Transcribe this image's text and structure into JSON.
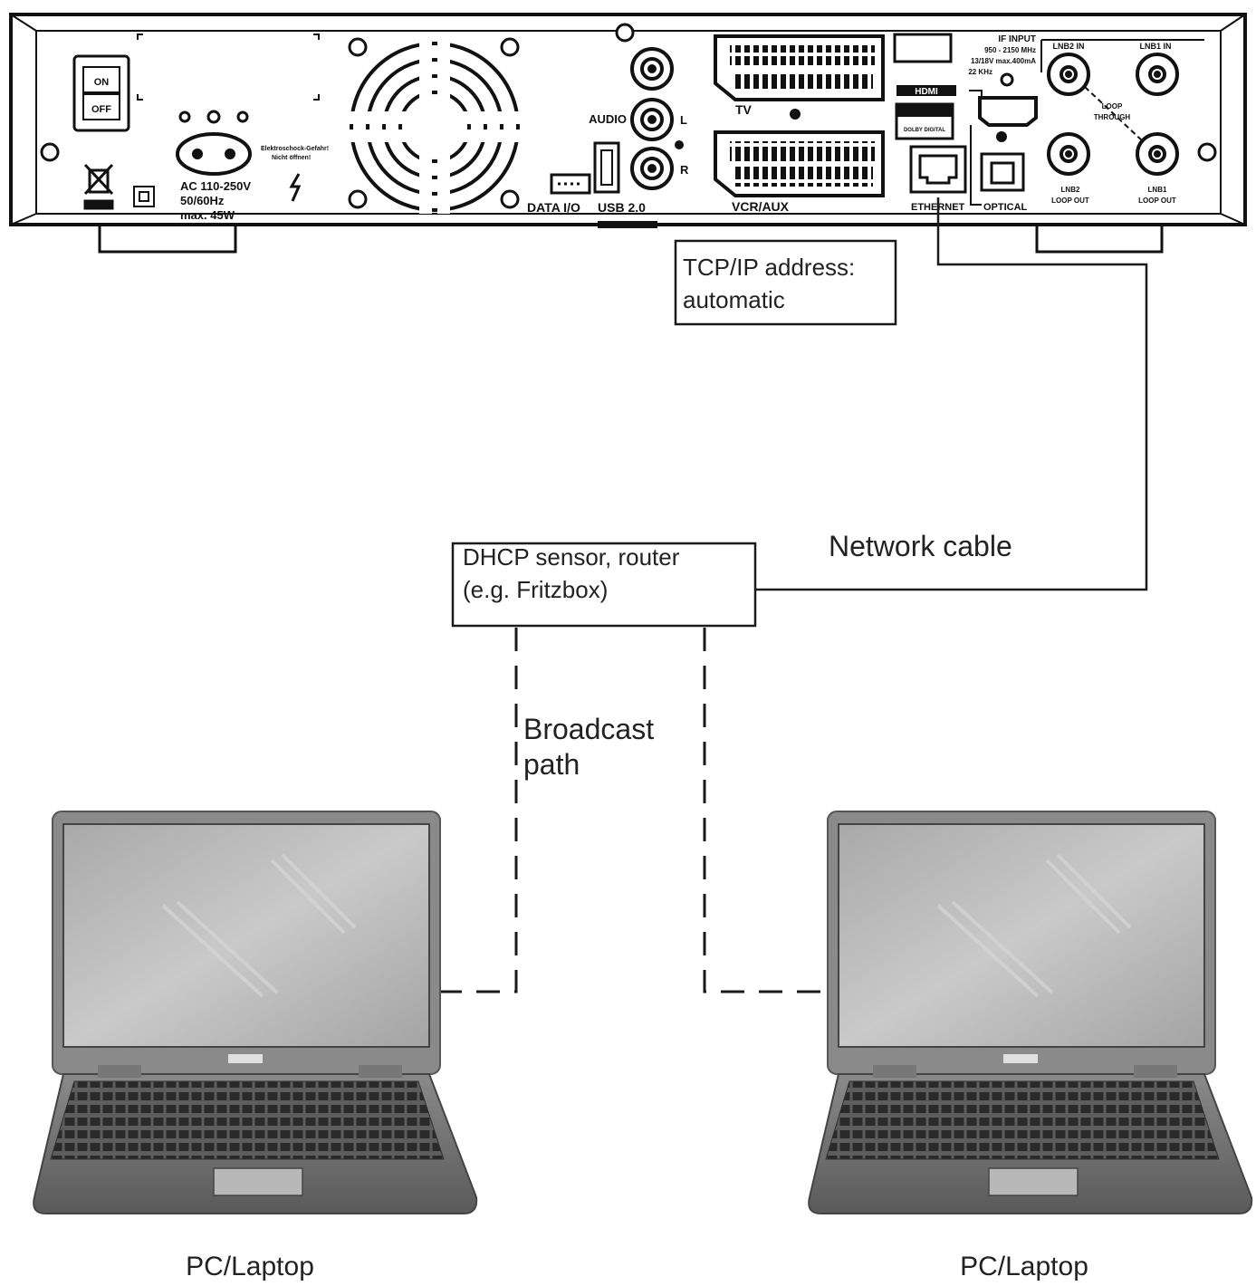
{
  "receiver": {
    "switch_on": "ON",
    "switch_off": "OFF",
    "power": [
      "AC  110-250V",
      "50/60Hz",
      "max.  45W"
    ],
    "warning": [
      "Elektroschock-Gefahr!",
      "Nicht öffnen!"
    ],
    "audio": "AUDIO",
    "audio_left": "L",
    "audio_right": "R",
    "data_io": "DATA  I/O",
    "usb": "USB  2.0",
    "scart_tv": "TV",
    "scart_vcr": "VCR/AUX",
    "hdmi": "HDMI",
    "dolby": "DOLBY DIGITAL",
    "ethernet": "ETHERNET",
    "optical": "OPTICAL",
    "if_input": [
      "IF  INPUT",
      "950 - 2150 MHz",
      "13/18V  max.400mA",
      "22  KHz"
    ],
    "lnb2_in": "LNB2  IN",
    "lnb1_in": "LNB1  IN",
    "loop_through": [
      "LOOP",
      "THROUGH"
    ],
    "lnb2_out": [
      "LNB2",
      "LOOP  OUT"
    ],
    "lnb1_out": [
      "LNB1",
      "LOOP  OUT"
    ]
  },
  "tcpip_box": [
    "TCP/IP address:",
    "automatic"
  ],
  "network_cable": "Network cable",
  "router_box": [
    "DHCP sensor, router",
    "(e.g. Fritzbox)"
  ],
  "broadcast_path": [
    "Broadcast",
    "path"
  ],
  "laptops": [
    "PC/Laptop",
    "PC/Laptop"
  ],
  "colors": {
    "line": "#1a1a1a",
    "laptop_body": "#6e6e6e",
    "screen": "#b8b8b8"
  }
}
